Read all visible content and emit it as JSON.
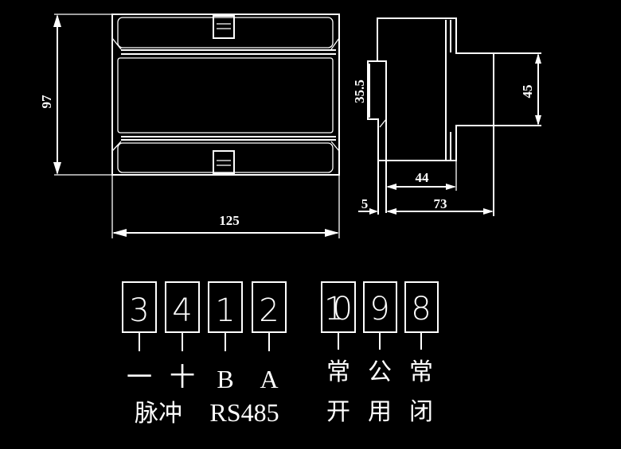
{
  "front_view": {
    "height_dim": "97",
    "width_dim": "125"
  },
  "side_view": {
    "rail_dim": "35.5",
    "protrusion_dim": "45",
    "depth_dim": "44",
    "total_depth_dim": "73",
    "offset_dim": "5"
  },
  "terminals": [
    {
      "number": "3",
      "label": "一"
    },
    {
      "number": "4",
      "label": "十"
    },
    {
      "number": "1",
      "label": "B"
    },
    {
      "number": "2",
      "label": "A"
    },
    {
      "number": "10",
      "label": "常",
      "label2": "开"
    },
    {
      "number": "9",
      "label": "公",
      "label2": "用"
    },
    {
      "number": "8",
      "label": "常",
      "label2": "闭"
    }
  ],
  "groups": {
    "pulse": "脉冲",
    "rs485": "RS485"
  }
}
